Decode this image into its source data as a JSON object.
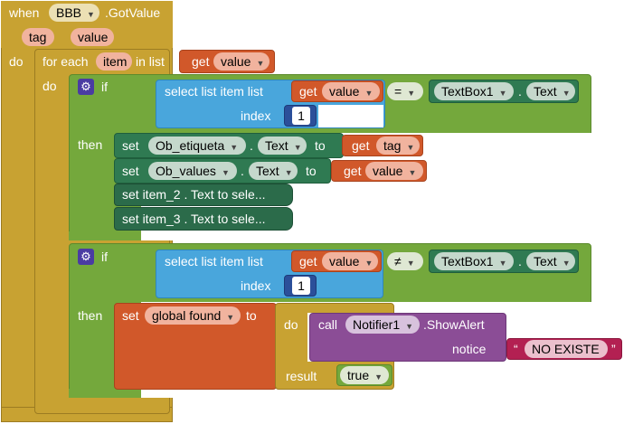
{
  "event": {
    "when": "when",
    "component": "BBB",
    "event_name": ".GotValue",
    "param_tag": "tag",
    "param_value": "value",
    "do": "do"
  },
  "foreach": {
    "label": "for each",
    "var": "item",
    "in_list": "in list",
    "get": "get",
    "list_var": "value",
    "do": "do"
  },
  "if1": {
    "if": "if",
    "then": "then",
    "select_label": "select list item  list",
    "get": "get",
    "list_var": "value",
    "index_label": "index",
    "index": "1",
    "op": "=",
    "component": "TextBox1",
    "prop": "Text"
  },
  "then1": {
    "set1": "set",
    "comp1": "Ob_etiqueta",
    "prop1": "Text",
    "to1": "to",
    "get1": "get",
    "var1": "tag",
    "set2": "set",
    "comp2": "Ob_values",
    "prop2": "Text",
    "to2": "to",
    "get2": "get",
    "var2": "value",
    "collapsed1": "set  item_2 . Text  to sele...",
    "collapsed2": "set  item_3 . Text  to sele..."
  },
  "if2": {
    "if": "if",
    "then": "then",
    "select_label": "select list item  list",
    "get": "get",
    "list_var": "value",
    "index_label": "index",
    "index": "1",
    "op": "≠",
    "component": "TextBox1",
    "prop": "Text"
  },
  "then2": {
    "set": "set",
    "global_var": "global found",
    "to": "to",
    "do": "do",
    "call": "call",
    "notifier": "Notifier1",
    "method": ".ShowAlert",
    "notice": "notice",
    "open_quote": "“",
    "string": "NO EXISTE",
    "close_quote": "”",
    "result": "result",
    "bool": "true"
  },
  "colors": {
    "event": "#c8a232",
    "logic": "#74a83c",
    "component_set": "#2f7a52",
    "variable_get": "#d1582a",
    "list": "#49a6dc",
    "math": "#2b4f9a",
    "procedure": "#8b4d96",
    "text": "#b32052"
  }
}
